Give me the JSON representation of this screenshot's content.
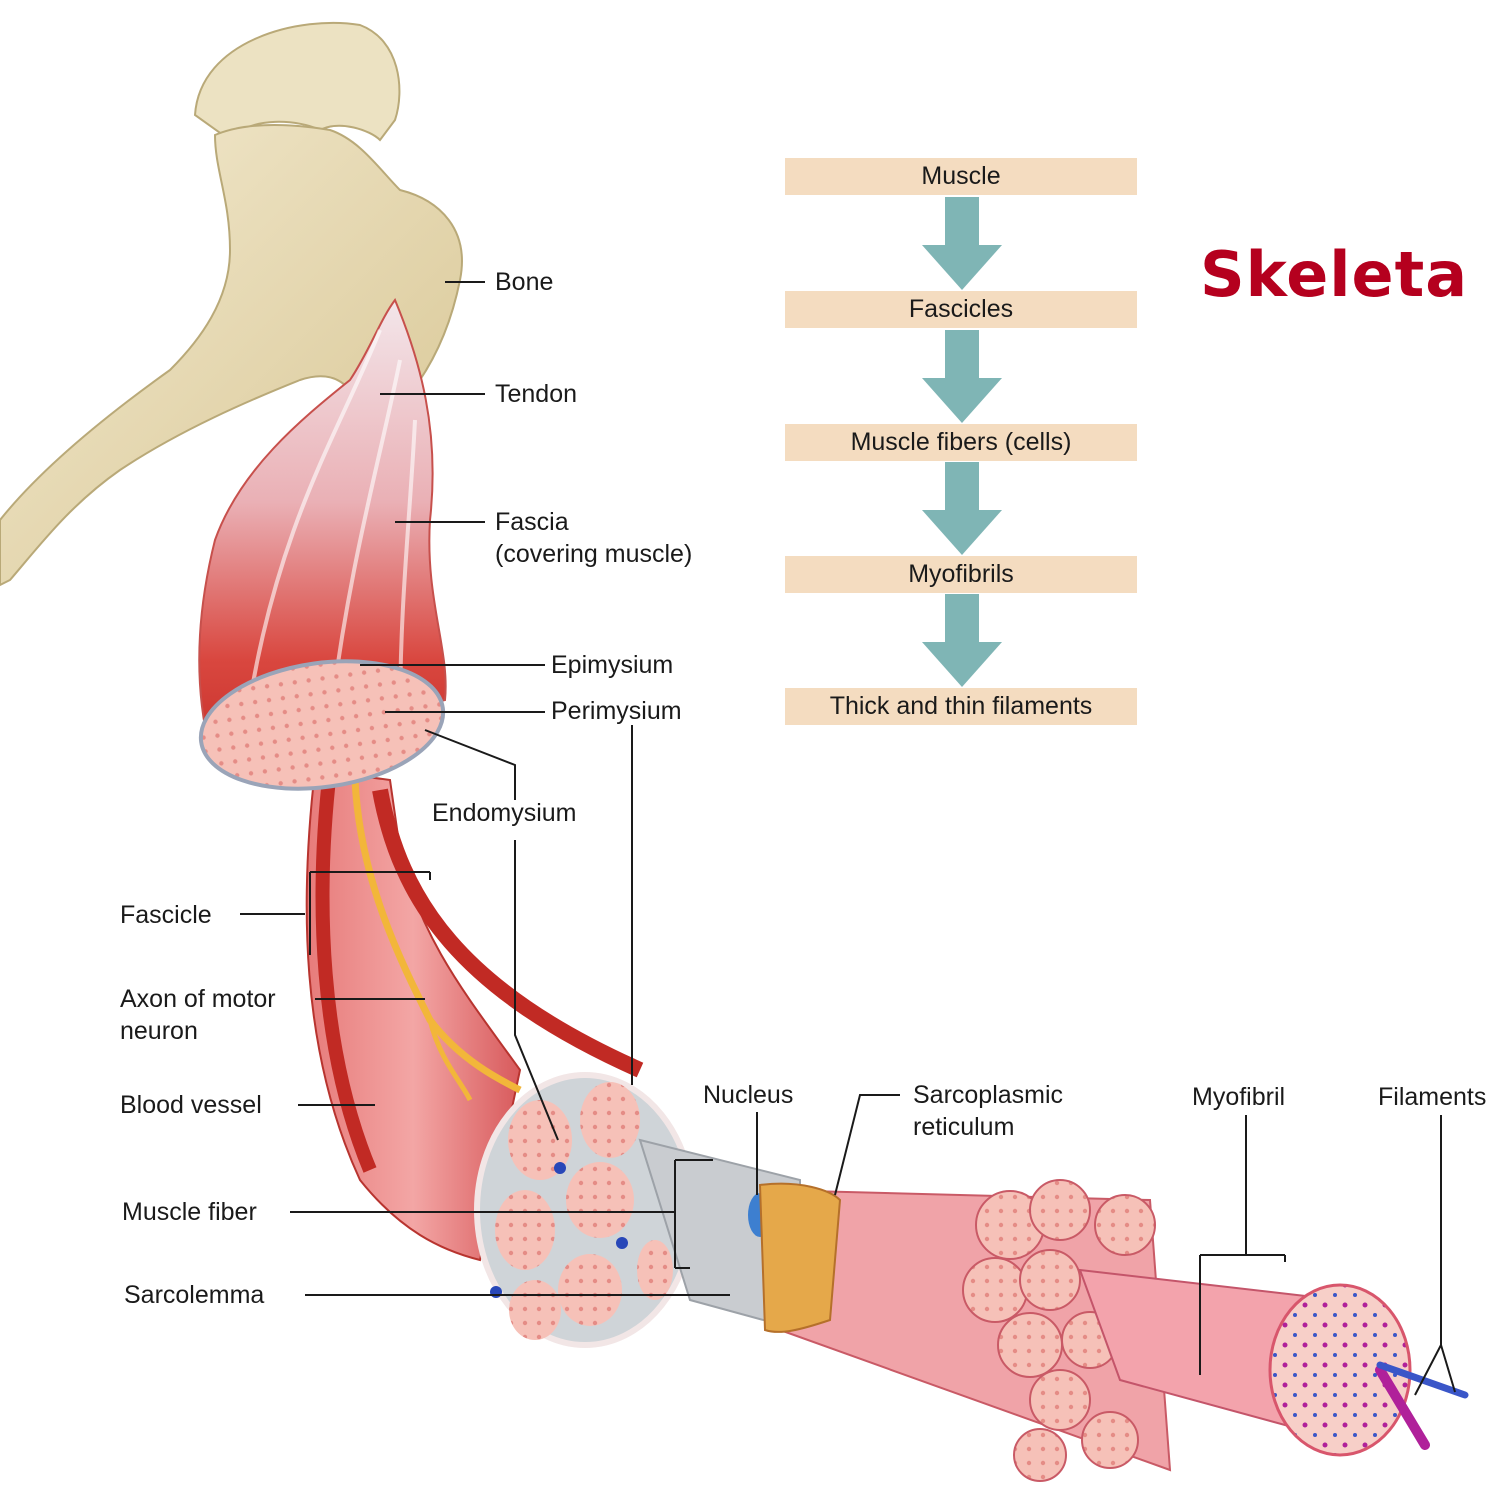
{
  "title": "Skeleta",
  "hierarchy": [
    "Muscle",
    "Fascicles",
    "Muscle fibers (cells)",
    "Myofibrils",
    "Thick and thin filaments"
  ],
  "labels": {
    "bone": "Bone",
    "tendon": "Tendon",
    "fascia_1": "Fascia",
    "fascia_2": "(covering muscle)",
    "epimysium": "Epimysium",
    "perimysium": "Perimysium",
    "endomysium": "Endomysium",
    "fascicle": "Fascicle",
    "axon_1": "Axon of motor",
    "axon_2": "neuron",
    "blood_vessel": "Blood vessel",
    "muscle_fiber": "Muscle fiber",
    "sarcolemma": "Sarcolemma",
    "nucleus": "Nucleus",
    "sr_1": "Sarcoplasmic",
    "sr_2": "reticulum",
    "myofibril": "Myofibril",
    "filaments": "Filaments"
  },
  "colors": {
    "title": "#b5001e",
    "flow_box": "#f4dcc0",
    "flow_arrow": "#7fb5b5",
    "bone": "#e9dcb5",
    "muscle": "#d9413a",
    "tendon": "#f1e4e8",
    "nerve": "#f2b63a",
    "cross_section": "#f6c8bf",
    "connective": "#c8cfd6"
  }
}
